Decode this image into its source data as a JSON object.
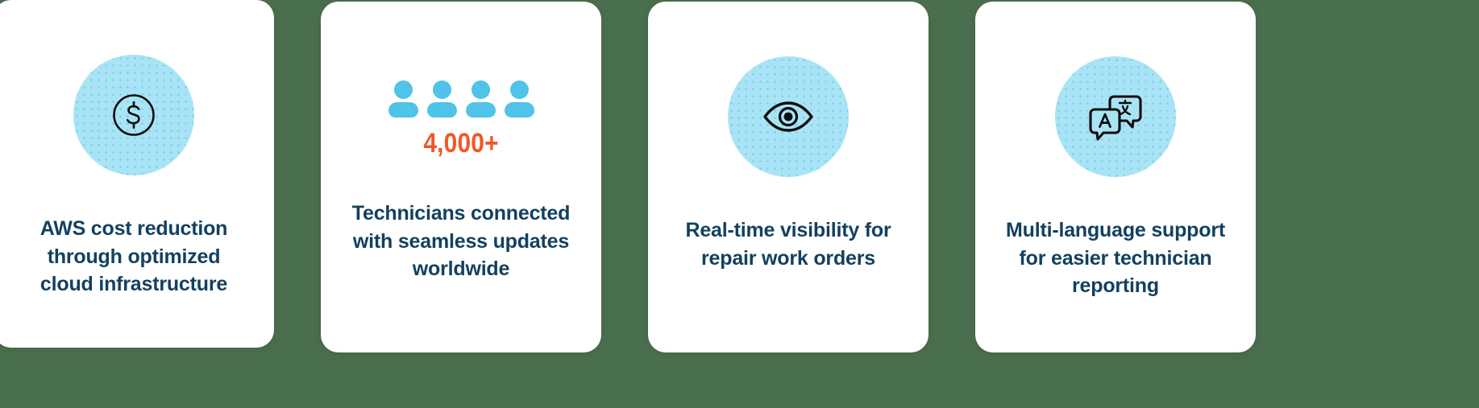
{
  "theme": {
    "page_background": "#4a6f4e",
    "card_background": "#ffffff",
    "badge_color": "#a8e4f5",
    "badge_dot_color": "#6dc8e0",
    "caption_color": "#13415f",
    "accent_orange": "#f1572a",
    "people_blue": "#4fc3e8",
    "icon_stroke": "#0d0d0d"
  },
  "cards": [
    {
      "id": "aws-cost-reduction",
      "icon": "dollar-coin-icon",
      "icon_label": "dollar sign in circle",
      "caption": "AWS cost reduction\nthrough optimized\ncloud infrastructure"
    },
    {
      "id": "technicians-connected",
      "icon": "people-group-icon",
      "icon_label": "four people",
      "stat": "4,000+",
      "people_count": 4,
      "caption": "Technicians connected\nwith seamless updates\nworldwide"
    },
    {
      "id": "real-time-visibility",
      "icon": "eye-icon",
      "icon_label": "eye",
      "caption": "Real-time visibility for\nrepair work orders"
    },
    {
      "id": "multi-language-support",
      "icon": "translate-icon",
      "icon_label": "two speech bubbles with letter A and CJK character",
      "caption": "Multi-language support\nfor easier technician\nreporting"
    }
  ]
}
